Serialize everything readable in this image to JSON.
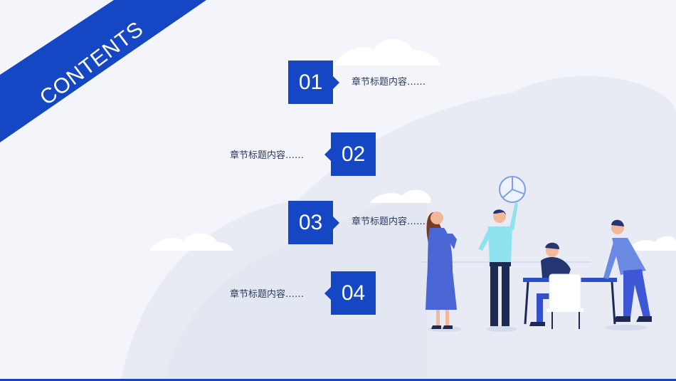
{
  "ribbon": {
    "title": "CONTENTS"
  },
  "items": [
    {
      "number": "01",
      "text": "章节标题内容……"
    },
    {
      "number": "02",
      "text": "章节标题内容……"
    },
    {
      "number": "03",
      "text": "章节标题内容……"
    },
    {
      "number": "04",
      "text": "章节标题内容……"
    }
  ],
  "colors": {
    "accent": "#1547c5",
    "background": "#f3f5fa"
  }
}
